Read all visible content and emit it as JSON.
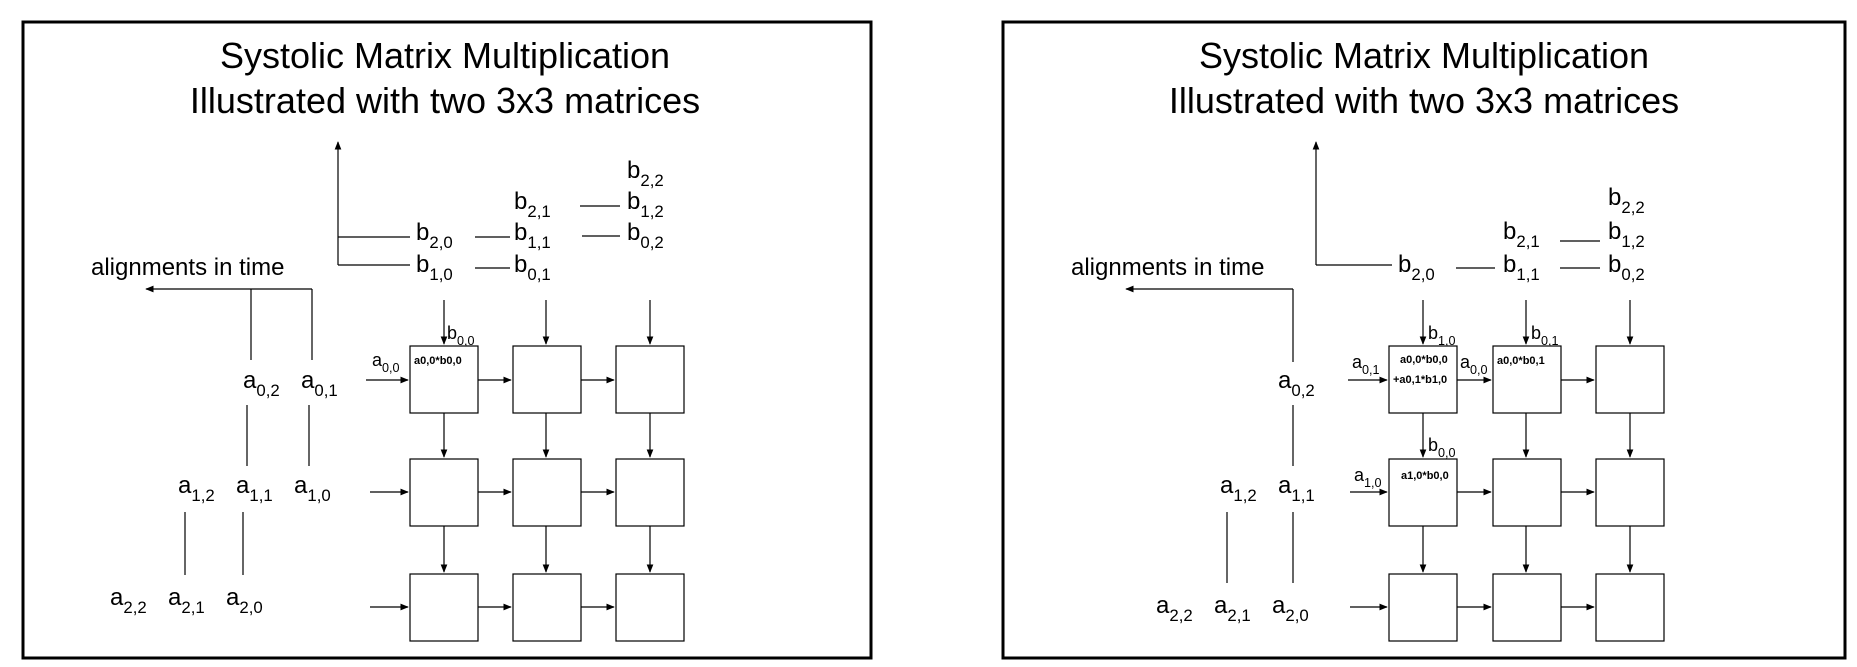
{
  "panels": [
    {
      "title_line1": "Systolic Matrix Multiplication",
      "title_line2": "Illustrated with two 3x3 matrices",
      "axis_label": "alignments in time",
      "b_labels": [
        {
          "base": "b",
          "sub": "2,2"
        },
        {
          "base": "b",
          "sub": "2,1"
        },
        {
          "base": "b",
          "sub": "1,2"
        },
        {
          "base": "b",
          "sub": "2,0"
        },
        {
          "base": "b",
          "sub": "1,1"
        },
        {
          "base": "b",
          "sub": "0,2"
        },
        {
          "base": "b",
          "sub": "1,0"
        },
        {
          "base": "b",
          "sub": "0,1"
        }
      ],
      "a_labels": [
        {
          "base": "a",
          "sub": "0,2"
        },
        {
          "base": "a",
          "sub": "0,1"
        },
        {
          "base": "a",
          "sub": "1,2"
        },
        {
          "base": "a",
          "sub": "1,1"
        },
        {
          "base": "a",
          "sub": "1,0"
        },
        {
          "base": "a",
          "sub": "2,2"
        },
        {
          "base": "a",
          "sub": "2,1"
        },
        {
          "base": "a",
          "sub": "2,0"
        }
      ],
      "inputs": [
        {
          "base": "b",
          "sub": "0,0"
        },
        {
          "base": "a",
          "sub": "0,0"
        }
      ],
      "cell_text": {
        "line1": "a0,0*b0,0"
      }
    },
    {
      "title_line1": "Systolic Matrix Multiplication",
      "title_line2": "Illustrated with two 3x3 matrices",
      "axis_label": "alignments in time",
      "b_labels": [
        {
          "base": "b",
          "sub": "2,2"
        },
        {
          "base": "b",
          "sub": "2,1"
        },
        {
          "base": "b",
          "sub": "1,2"
        },
        {
          "base": "b",
          "sub": "2,0"
        },
        {
          "base": "b",
          "sub": "1,1"
        },
        {
          "base": "b",
          "sub": "0,2"
        }
      ],
      "a_labels": [
        {
          "base": "a",
          "sub": "0,2"
        },
        {
          "base": "a",
          "sub": "1,2"
        },
        {
          "base": "a",
          "sub": "1,1"
        },
        {
          "base": "a",
          "sub": "2,2"
        },
        {
          "base": "a",
          "sub": "2,1"
        },
        {
          "base": "a",
          "sub": "2,0"
        }
      ],
      "inputs": [
        {
          "base": "b",
          "sub": "1,0"
        },
        {
          "base": "b",
          "sub": "0,1"
        },
        {
          "base": "a",
          "sub": "0,1"
        },
        {
          "base": "a",
          "sub": "0,0"
        },
        {
          "base": "b",
          "sub": "0,0"
        },
        {
          "base": "a",
          "sub": "1,0"
        }
      ],
      "cell_texts": {
        "c00_line1": "a0,0*b0,0",
        "c00_line2": "+a0,1*b1,0",
        "c01_line1": "a0,0*b0,1",
        "c10_line1": "a1,0*b0,0"
      }
    }
  ]
}
